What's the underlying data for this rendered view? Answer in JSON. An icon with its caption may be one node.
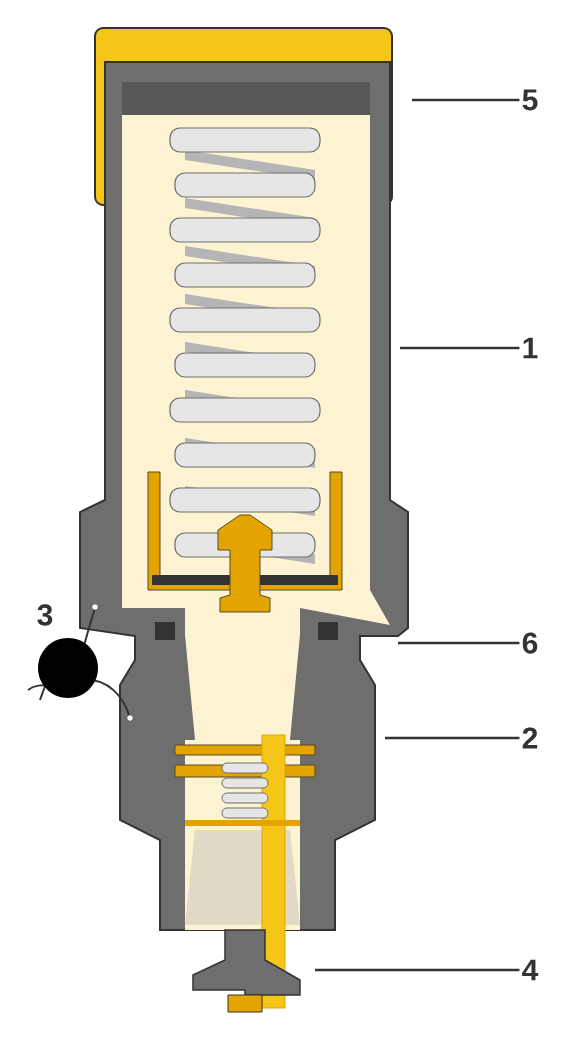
{
  "diagram": {
    "nodes": [
      {
        "text": [
          "5"
        ]
      },
      {
        "text": [
          "1"
        ]
      },
      {
        "text": [
          "6"
        ]
      },
      {
        "text": [
          "2"
        ]
      },
      {
        "text": [
          "4"
        ]
      }
    ],
    "edges": [
      {
        "from": 0,
        "to": null,
        "arrow": "none"
      },
      {
        "from": 1,
        "to": null,
        "arrow": "none"
      },
      {
        "from": 2,
        "to": null,
        "arrow": "none"
      },
      {
        "from": 3,
        "to": null,
        "arrow": "none"
      },
      {
        "from": 4,
        "to": null,
        "arrow": "none"
      }
    ],
    "labels": [
      "3"
    ]
  }
}
